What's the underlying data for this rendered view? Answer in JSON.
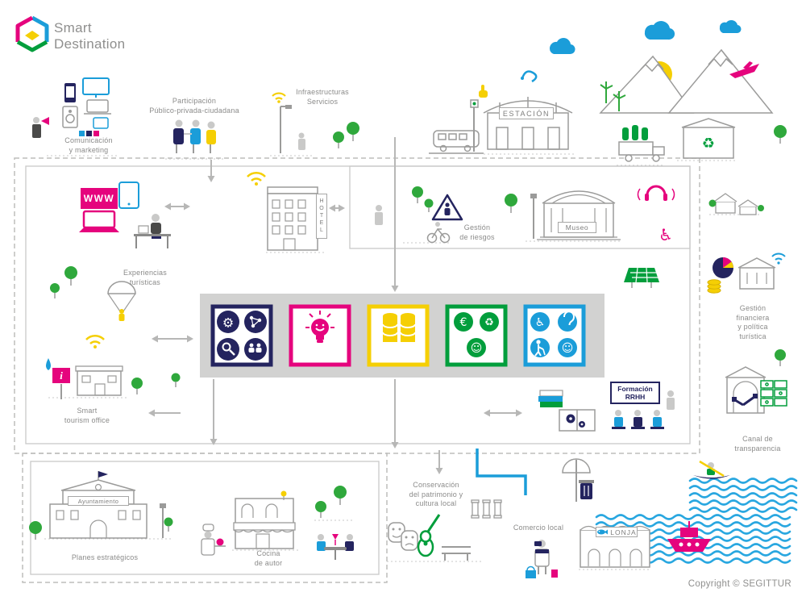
{
  "logo": {
    "line1": "Smart",
    "line2": "Destination"
  },
  "labels": {
    "comunicacion": "Comunicación\ny marketing",
    "participacion": "Participación\nPúblico-privada-ciudadana",
    "infraestructuras": "Infraestructuras\nServicios",
    "estacion": "ESTACIÓN",
    "gestion_riesgos": "Gestión\nde riesgos",
    "museo": "Museo",
    "hotel": "HOTEL",
    "www": "WWW",
    "experiencias": "Experiencias\nturísticas",
    "smart_tourism_office": "Smart\ntourism office",
    "tourist_info": "i",
    "gestion_financiera": "Gestión financiera\ny política turística",
    "canal_transparencia": "Canal de\ntransparencia",
    "formacion_rrhh": "Formación\nRRHH",
    "ayuntamiento": "Ayuntamiento",
    "planes_estrategicos": "Planes estratégicos",
    "cocina_autor": "Cocina\nde autor",
    "conservacion": "Conservación\ndel patrimonio y\ncultura local",
    "comercio_local": "Comercio local",
    "lonja": "LONJA",
    "copyright": "Copyright © SEGITTUR"
  },
  "icons": {
    "euro": "€",
    "recycle": "♻",
    "smiley": "☺",
    "wheelchair": "♿",
    "gear": "⚙",
    "face": "☺"
  },
  "hub": {
    "squares": [
      "governance-innovation",
      "creative-innovation",
      "data",
      "sustainability",
      "accessibility"
    ]
  },
  "colors": {
    "pink": "#e5047d",
    "navy": "#24245f",
    "yellow": "#f5cf04",
    "green": "#029e3c",
    "blue": "#1b9dd9",
    "sea_blue": "#29a7e0",
    "gray": "#9b9b9a"
  }
}
